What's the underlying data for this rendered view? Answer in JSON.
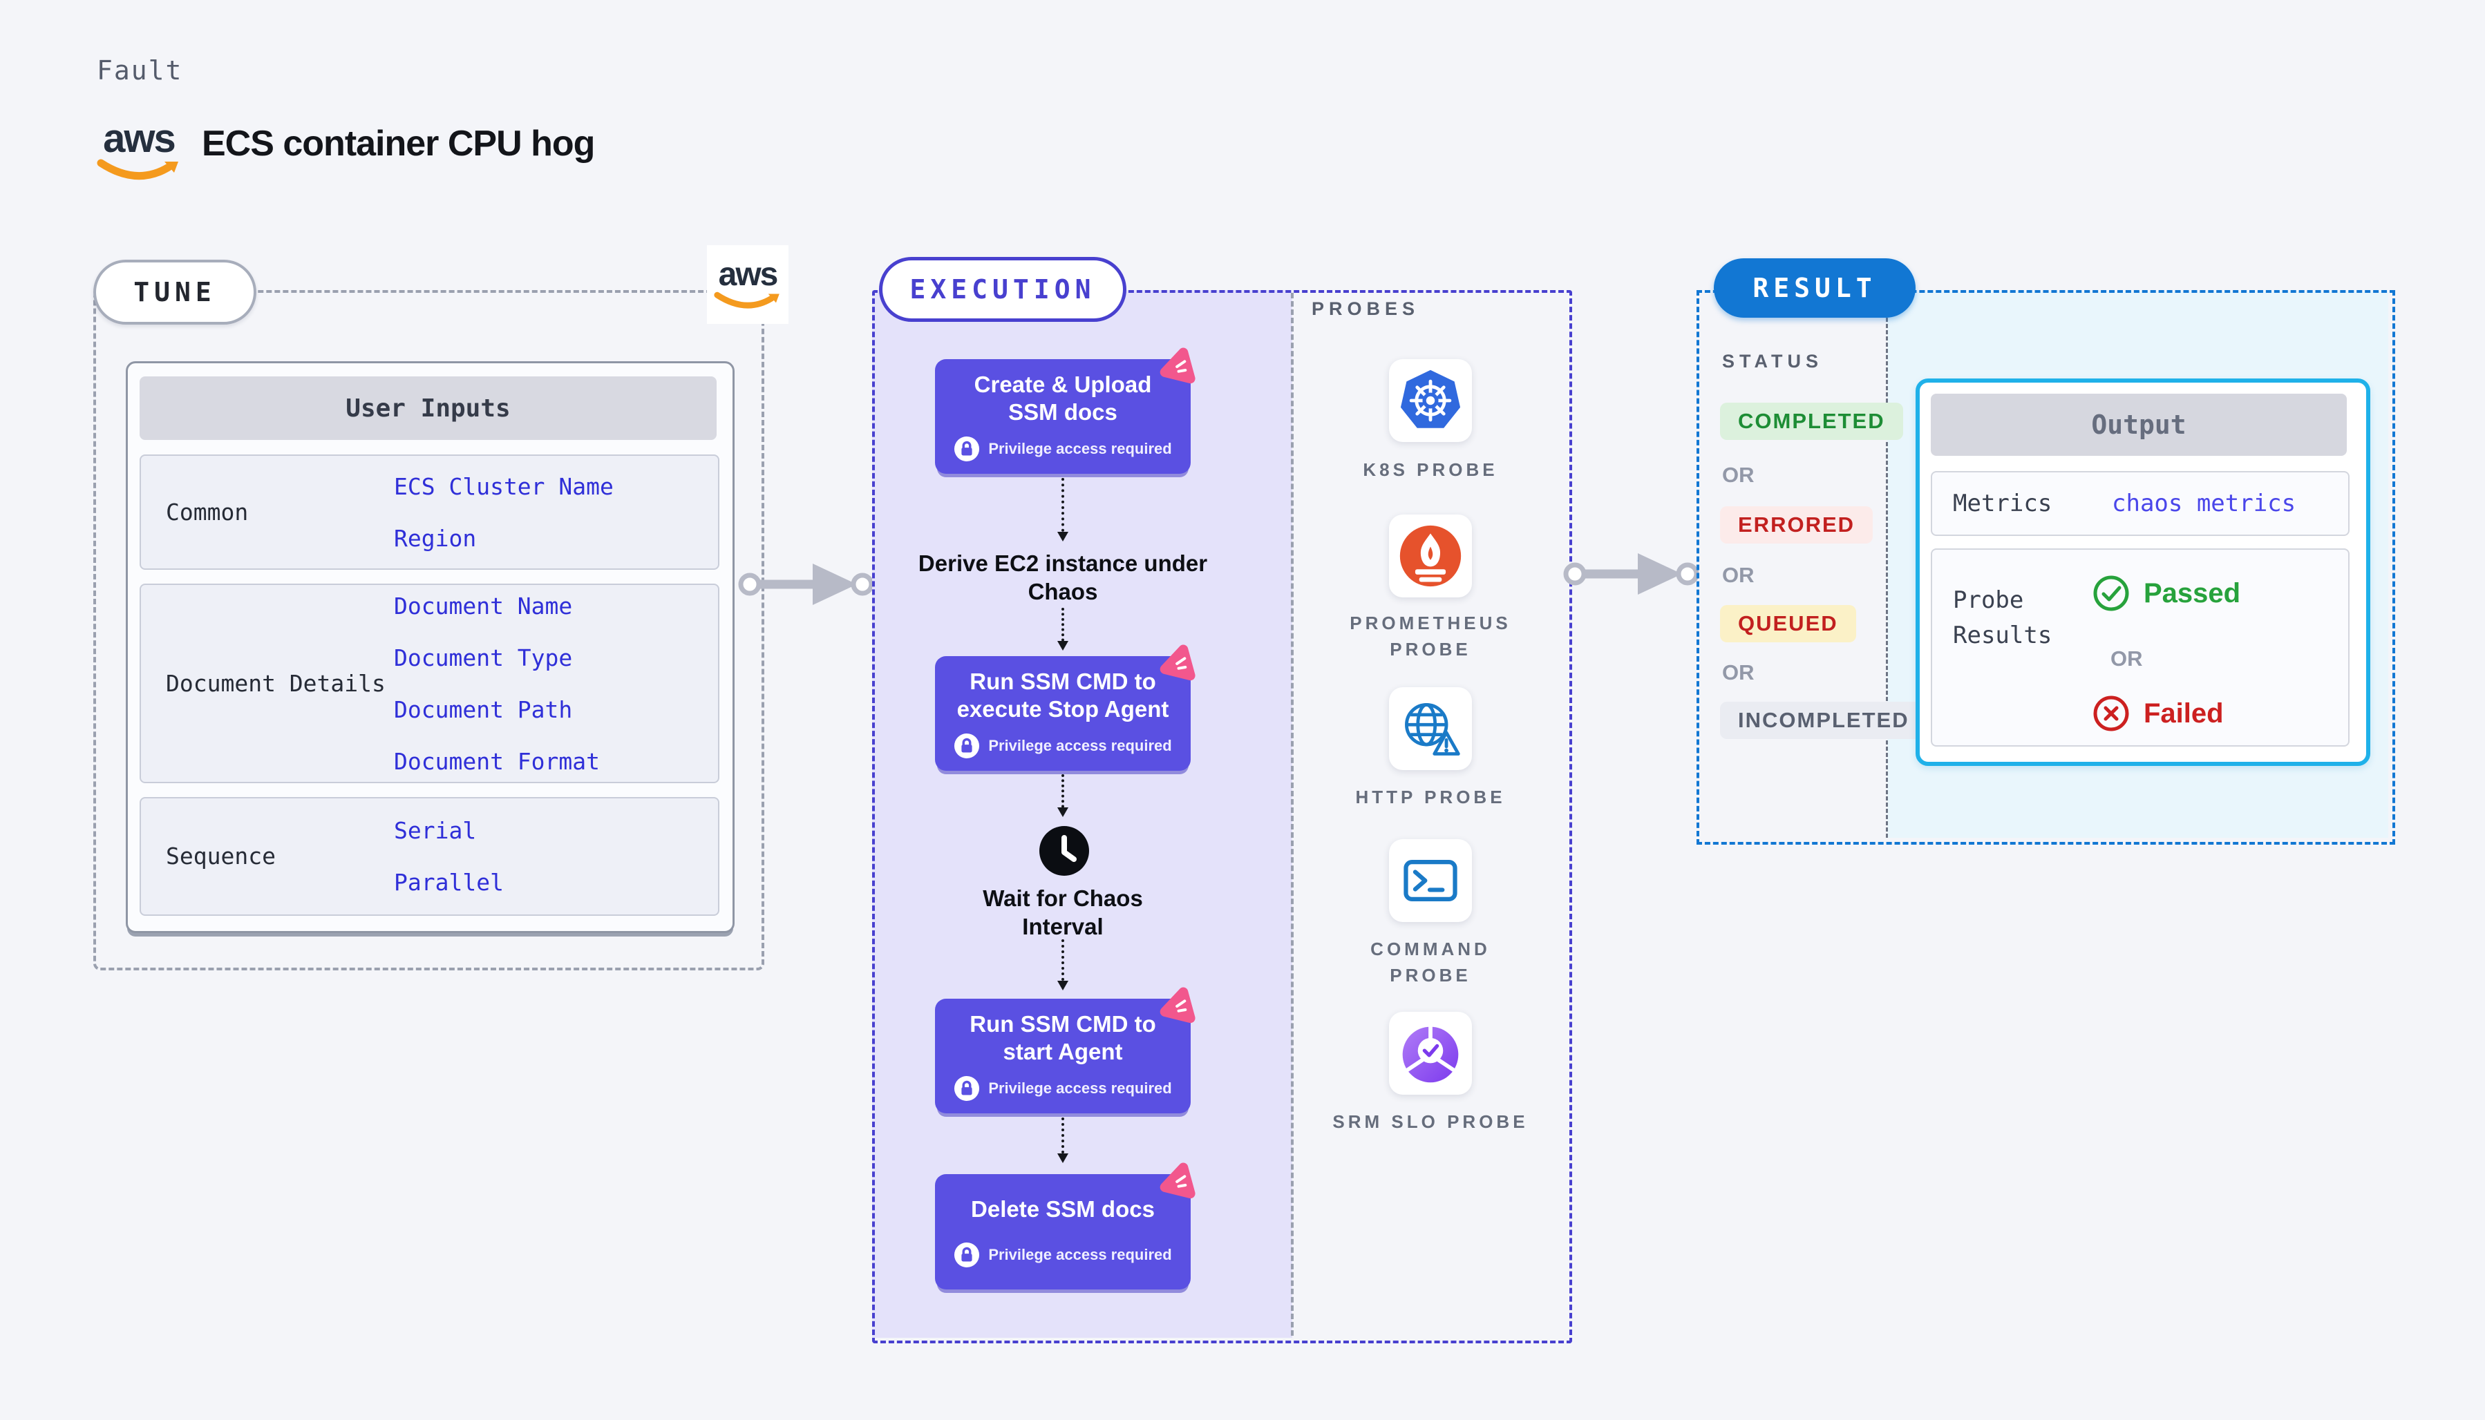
{
  "header": {
    "kicker": "Fault",
    "title": "ECS container CPU hog",
    "logo_text": "aws"
  },
  "colors": {
    "background": "#f4f5f9",
    "indigo": "#4840cf",
    "step_purple": "#5a50e2",
    "execution_panel": "#e4e2fa",
    "pink_badge": "#f2578d",
    "result_blue": "#1277d3",
    "cyan_border": "#1fb1e9",
    "result_panel": "#e9f6fc",
    "green": "#1d8d35",
    "red": "#c2201f",
    "queued_bg": "#fbf1c7",
    "link_blue": "#2f2fd8",
    "aws_navy": "#252f3e",
    "aws_orange": "#f49a1e"
  },
  "tune": {
    "badge": "TUNE",
    "table_title": "User Inputs",
    "rows": [
      {
        "label": "Common",
        "values": [
          "ECS Cluster Name",
          "Region"
        ]
      },
      {
        "label": "Document Details",
        "values": [
          "Document Name",
          "Document Type",
          "Document Path",
          "Document Format"
        ]
      },
      {
        "label": "Sequence",
        "values": [
          "Serial",
          "Parallel"
        ]
      }
    ]
  },
  "execution": {
    "badge": "EXECUTION",
    "steps": [
      {
        "type": "action",
        "title": "Create & Upload SSM docs",
        "note": "Privilege access required"
      },
      {
        "type": "text",
        "title": "Derive EC2 instance under Chaos"
      },
      {
        "type": "action",
        "title": "Run SSM CMD to execute Stop Agent",
        "note": "Privilege access required"
      },
      {
        "type": "wait",
        "title": "Wait for Chaos Interval"
      },
      {
        "type": "action",
        "title": "Run SSM CMD to start Agent",
        "note": "Privilege access required"
      },
      {
        "type": "action",
        "title": "Delete SSM docs",
        "note": "Privilege access required"
      }
    ]
  },
  "probes": {
    "title": "PROBES",
    "items": [
      {
        "icon": "k8s-icon",
        "label": "K8S PROBE"
      },
      {
        "icon": "prometheus-icon",
        "label": "PROMETHEUS PROBE"
      },
      {
        "icon": "http-globe-icon",
        "label": "HTTP PROBE"
      },
      {
        "icon": "command-terminal-icon",
        "label": "COMMAND PROBE"
      },
      {
        "icon": "srm-slo-icon",
        "label": "SRM SLO PROBE"
      }
    ]
  },
  "result": {
    "badge": "RESULT",
    "status_title": "STATUS",
    "or_label": "OR",
    "statuses": [
      {
        "label": "COMPLETED"
      },
      {
        "label": "ERRORED"
      },
      {
        "label": "QUEUED"
      },
      {
        "label": "INCOMPLETED"
      }
    ],
    "output": {
      "title": "Output",
      "metrics_label": "Metrics",
      "metrics_value": "chaos metrics",
      "probe_results_label": "Probe Results",
      "passed": "Passed",
      "or": "OR",
      "failed": "Failed"
    }
  }
}
